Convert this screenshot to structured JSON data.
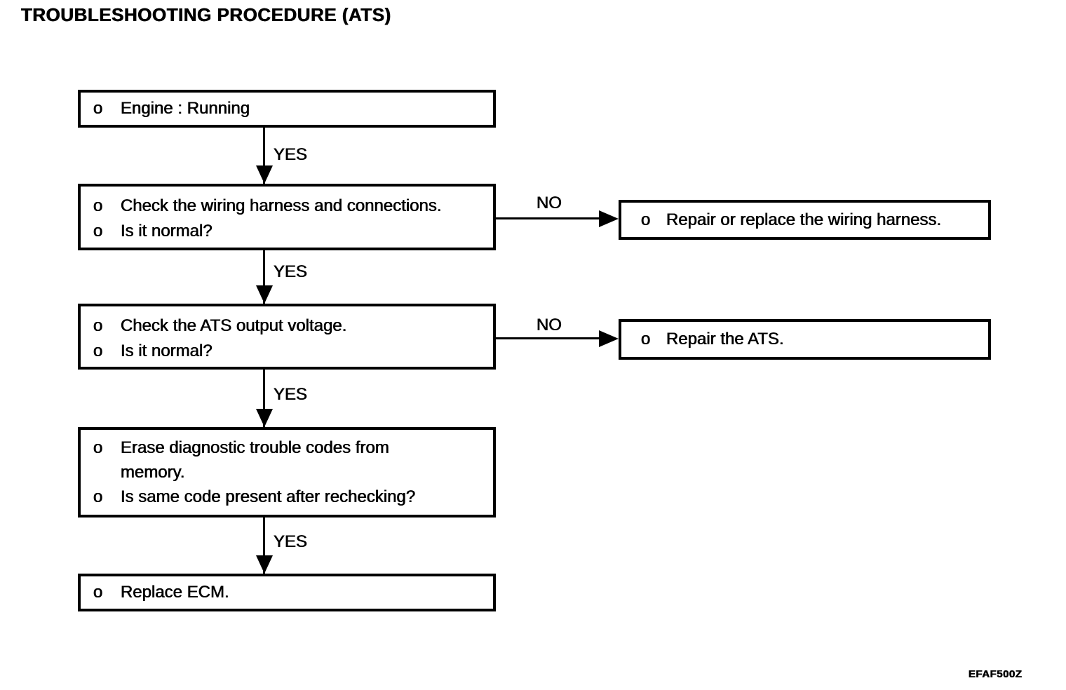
{
  "title": "TROUBLESHOOTING PROCEDURE (ATS)",
  "figure_code": "EFAF500Z",
  "colors": {
    "ink": "#000000",
    "paper": "#ffffff"
  },
  "connectors": {
    "yes_label": "YES",
    "no_label": "NO"
  },
  "diagram": {
    "steps": [
      {
        "name": "engine-running",
        "items": [
          {
            "bullet": "o",
            "text": "Engine : Running"
          }
        ]
      },
      {
        "name": "check-wiring-harness",
        "items": [
          {
            "bullet": "o",
            "text": "Check the wiring harness and connections."
          },
          {
            "bullet": "o",
            "text": "Is it normal?"
          }
        ]
      },
      {
        "name": "check-ats-output-voltage",
        "items": [
          {
            "bullet": "o",
            "text": "Check the ATS output voltage."
          },
          {
            "bullet": "o",
            "text": "Is it normal?"
          }
        ]
      },
      {
        "name": "erase-diagnostic-codes",
        "items": [
          {
            "bullet": "o",
            "text": "Erase diagnostic trouble codes from"
          },
          {
            "bullet": "",
            "text": "memory."
          },
          {
            "bullet": "o",
            "text": "Is same code present after rechecking?"
          }
        ]
      },
      {
        "name": "replace-ecm",
        "items": [
          {
            "bullet": "o",
            "text": "Replace ECM."
          }
        ]
      }
    ],
    "actions": [
      {
        "name": "repair-or-replace-wiring-harness",
        "items": [
          {
            "bullet": "o",
            "text": "Repair or replace the wiring harness."
          }
        ]
      },
      {
        "name": "repair-ats",
        "items": [
          {
            "bullet": "o",
            "text": "Repair the ATS."
          }
        ]
      }
    ]
  }
}
